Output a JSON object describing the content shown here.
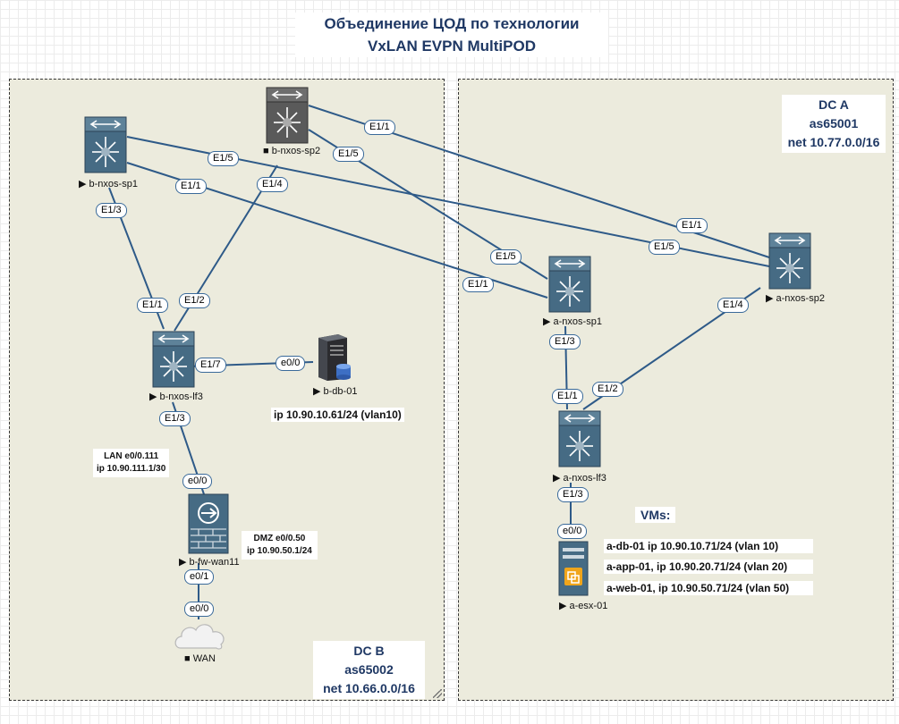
{
  "title": {
    "line1": "Объединение ЦОД по технологии",
    "line2": "VxLAN EVPN MultiPOD"
  },
  "dc_b": {
    "name": "DC B",
    "as": "as65002",
    "net": "net 10.66.0.0/16"
  },
  "dc_a": {
    "name": "DC A",
    "as": "as65001",
    "net": "net 10.77.0.0/16"
  },
  "devices": {
    "b_sp1": "b-nxos-sp1",
    "b_sp2": "b-nxos-sp2",
    "b_lf3": "b-nxos-lf3",
    "b_db": "b-db-01",
    "b_fw": "b-fw-wan11",
    "wan": "WAN",
    "a_sp1": "a-nxos-sp1",
    "a_sp2": "a-nxos-sp2",
    "a_lf3": "a-nxos-lf3",
    "a_esx": "a-esx-01"
  },
  "ports": {
    "p1": "E1/1",
    "p2": "E1/5",
    "p3": "E1/5",
    "p4": "E1/1",
    "p5": "E1/4",
    "p6": "E1/3",
    "p7": "E1/1",
    "p8": "E1/2",
    "p9": "E1/7",
    "p10": "e0/0",
    "p11": "E1/3",
    "p12": "e0/0",
    "p13": "e0/1",
    "p14": "e0/0",
    "p15": "E1/5",
    "p16": "E1/1",
    "p17": "E1/1",
    "p18": "E1/5",
    "p19": "E1/4",
    "p20": "E1/3",
    "p21": "E1/1",
    "p22": "E1/2",
    "p23": "E1/3",
    "p24": "e0/0"
  },
  "notes": {
    "b_db_ip": "ip 10.90.10.61/24 (vlan10)",
    "lan_iface": "LAN e0/0.111",
    "lan_ip": "ip 10.90.111.1/30",
    "dmz_iface": "DMZ e0/0.50",
    "dmz_ip": "ip 10.90.50.1/24",
    "vms_title": "VMs:",
    "vm1": "a-db-01 ip 10.90.10.71/24 (vlan 10)",
    "vm2": "a-app-01, ip 10.90.20.71/24 (vlan 20)",
    "vm3": "a-web-01, ip 10.90.50.71/24 (vlan 50)"
  },
  "colors": {
    "link": "#2e5a88",
    "switch_body": "#466b84",
    "title": "#1f3864",
    "area": "#ecebdd"
  },
  "icons": {
    "switch": "nexus-switch-icon",
    "server": "server-icon",
    "firewall": "firewall-icon",
    "cloud": "cloud-icon",
    "esx": "esx-host-icon"
  }
}
